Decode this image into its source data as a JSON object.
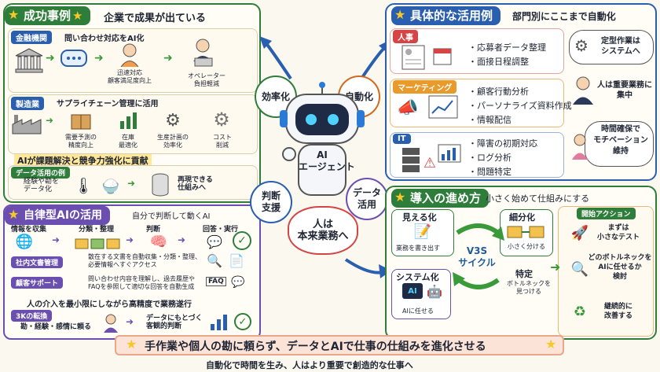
{
  "success": {
    "title": "成功事例",
    "subtitle": "企業で成果が出ている",
    "finance": {
      "label": "金融機関",
      "desc": "問い合わせ対応をAI化",
      "steps": [
        "迅速対応\n顧客満足度向上",
        "オペレーター\n負担軽減"
      ]
    },
    "mfg": {
      "label": "製造業",
      "desc": "サプライチェーン管理に活用",
      "steps": [
        "需要予測の\n精度向上",
        "在庫\n最適化",
        "生産計画の\n効率化",
        "コスト\n削減"
      ]
    },
    "banner": "AIが課題解決と競争力強化に貢献",
    "data": {
      "label": "データ活用の例",
      "left": "経験や勘を\nデータ化",
      "right": "再現できる\n仕組みへ"
    }
  },
  "autonomous": {
    "title": "自律型AIの活用",
    "subtitle": "自分で判断して動くAI",
    "flow": [
      "情報を収集",
      "分類・整理",
      "判断",
      "回答・実行"
    ],
    "doc": {
      "label": "社内文書管理",
      "desc": "散在する文書を自動収集・分類・整理、\n必要情報へすぐアクセス"
    },
    "support": {
      "label": "顧客サポート",
      "desc": "問い合わせ内容を理解し、過去履歴や\nFAQを参照して適切な回答を自動生成"
    },
    "faq": "FAQ",
    "note": "人の介入を最小限にしながら高精度で業務遂行",
    "k3": {
      "label": "3Kの転換",
      "left": "勘・経験・感情に頼る",
      "right": "データにもとづく\n客観的判断"
    }
  },
  "center": {
    "robot_title": "AI\nエージェント",
    "bubbles": [
      "効率化",
      "自動化",
      "判断\n支援",
      "データ\n活用"
    ],
    "core": "人は\n本来業務へ"
  },
  "cases": {
    "title": "具体的な活用例",
    "subtitle": "部門別にここまで自動化",
    "hr": {
      "label": "人事",
      "items": [
        "・応募者データ整理",
        "・面接日程調整"
      ]
    },
    "mkt": {
      "label": "マーケティング",
      "items": [
        "・顧客行動分析",
        "・パーソナライズ資料作成",
        "・情報配信"
      ]
    },
    "it": {
      "label": "IT",
      "items": [
        "・障害の初期対応",
        "・ログ分析",
        "・問題特定"
      ]
    },
    "side": [
      "定型作業は\nシステムへ",
      "人は重要業務に\n集中",
      "時間確保で\nモチベーション\n維持"
    ]
  },
  "intro": {
    "title": "導入の進め方",
    "subtitle": "小さく始めて仕組みにする",
    "visual": {
      "label": "見える化",
      "desc": "業務を書き出す"
    },
    "split": {
      "label": "細分化",
      "desc": "小さく分ける"
    },
    "cycle": "V3S\nサイクル",
    "identify": {
      "label": "特定",
      "desc": "ボトルネックを\n見つける"
    },
    "system": {
      "label": "システム化",
      "desc": "AIに任せる"
    },
    "ai_chip": "AI",
    "action": {
      "label": "開始アクション",
      "steps": [
        "まずは\n小さなテスト",
        "どのボトルネックを\nAIに任せるか\n検討",
        "継続的に\n改善する"
      ]
    }
  },
  "footer": {
    "main": "手作業や個人の勘に頼らず、データとAIで仕事の仕組みを進化させる",
    "sub": "自動化で時間を生み、人はより重要で創造的な仕事へ"
  },
  "colors": {
    "green": "#2f7d3a",
    "blue": "#2a5fb0",
    "purple": "#6a4fb0",
    "yellow": "#f7c928"
  }
}
